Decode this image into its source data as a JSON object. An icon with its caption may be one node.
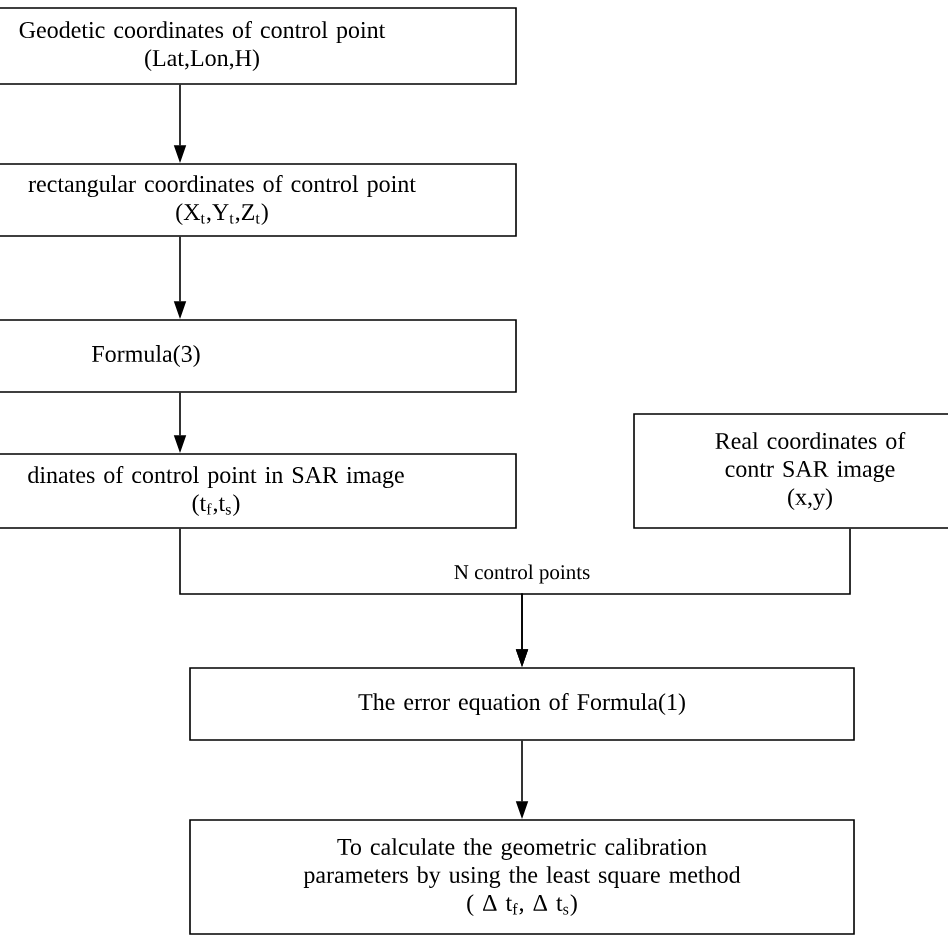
{
  "diagram": {
    "nodes": [
      {
        "text": [
          "Geodetic coordinates of control point",
          "(Lat,Lon,H)"
        ]
      },
      {
        "text": [
          "rectangular coordinates of control point",
          "(X$_{t}$,Y$_{t}$,Z$_{t}$)"
        ]
      },
      {
        "text": [
          "Formula(3)"
        ]
      },
      {
        "text": [
          "dinates of control point in SAR image",
          "(t$_{f}$,t$_{s}$)"
        ]
      },
      {
        "text": [
          "Real coordinates of contr SAR image",
          "(x,y)"
        ]
      },
      {
        "text": [
          "The error equation of Formula(1)"
        ]
      },
      {
        "text": [
          "To calculate the geometric calibration parameters by using the least square method",
          "( Δ t$_{f}$, Δ t$_{s}$)"
        ]
      }
    ],
    "edges": [
      {
        "from": 0,
        "to": 1,
        "arrow": "to"
      },
      {
        "from": 1,
        "to": 2,
        "arrow": "to"
      },
      {
        "from": 2,
        "to": 3,
        "arrow": "to"
      },
      {
        "from": 3,
        "to": 5,
        "arrow": "to",
        "label": "N control points"
      },
      {
        "from": 4,
        "to": 5,
        "arrow": "to"
      },
      {
        "from": 5,
        "to": 6,
        "arrow": "to"
      }
    ]
  }
}
